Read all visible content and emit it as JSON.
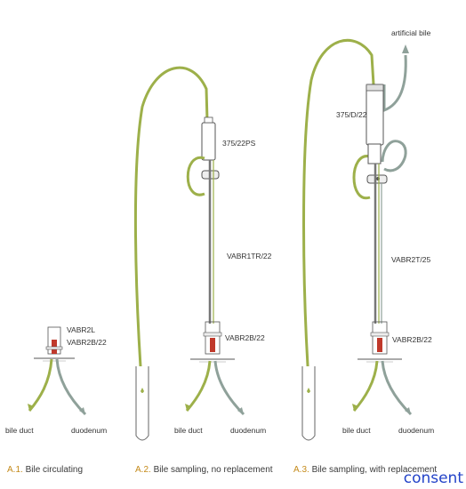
{
  "colors": {
    "bile_tube": "#9db04a",
    "grey_tube": "#8fa19a",
    "valve_red": "#c0392b",
    "caption_number": "#c48a1a",
    "consent_link": "#2343c8"
  },
  "labels": {
    "vabr2l": "VABR2L",
    "vabr2b_a1": "VABR2B/22",
    "part_375_22ps": "375/22PS",
    "vabr1tr": "VABR1TR/22",
    "vabr2b_a2": "VABR2B/22",
    "artificial_bile": "artificial bile",
    "part_375_d_22": "375/D/22",
    "vabr2t": "VABR2T/25",
    "vabr2b_a3": "VABR2B/22",
    "bile_duct_a1": "bile duct",
    "duodenum_a1": "duodenum",
    "bile_duct_a2": "bile duct",
    "duodenum_a2": "duodenum",
    "bile_duct_a3": "bile duct",
    "duodenum_a3": "duodenum"
  },
  "captions": {
    "a1_num": "A.1.",
    "a1_text": " Bile circulating",
    "a2_num": "A.2.",
    "a2_text": " Bile sampling, no replacement",
    "a3_num": "A.3.",
    "a3_text": " Bile sampling, with replacement"
  },
  "consent_link": "consent"
}
